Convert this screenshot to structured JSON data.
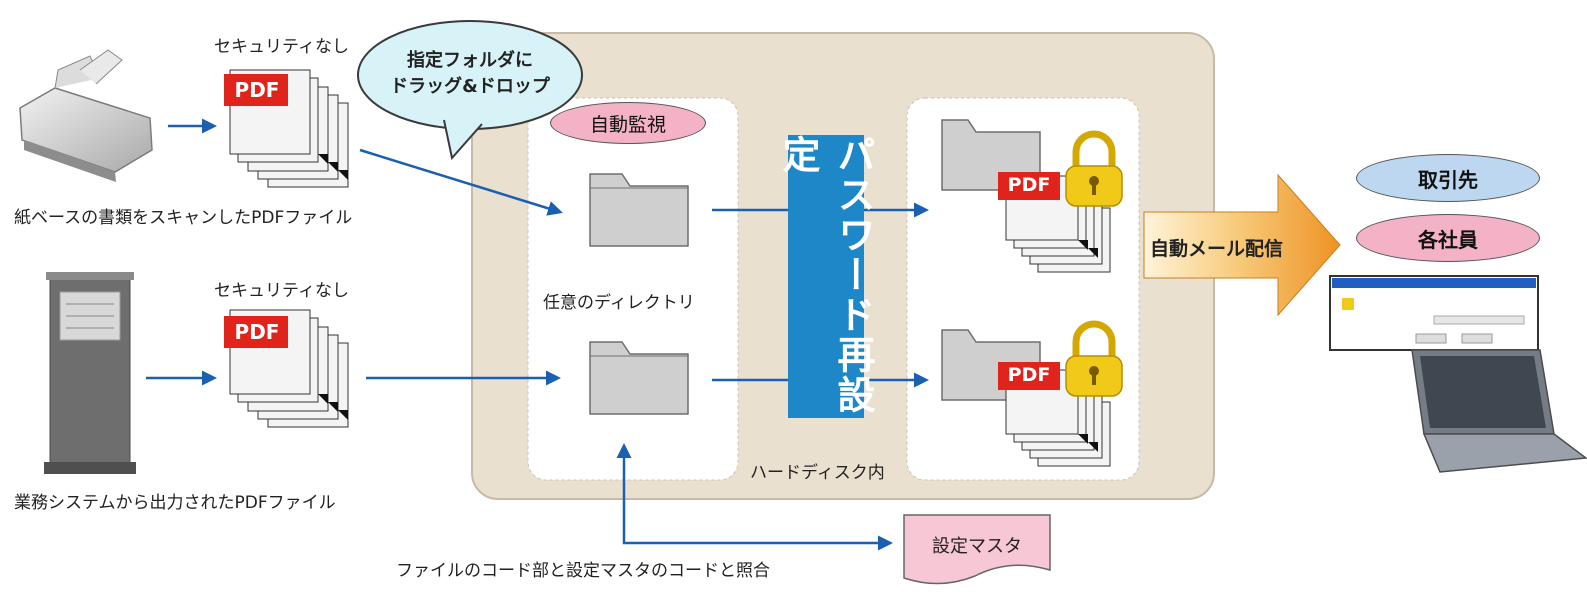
{
  "labels": {
    "security_none_top": "セキュリティなし",
    "security_none_bottom": "セキュリティなし",
    "scan_caption": "紙ベースの書類をスキャンしたPDFファイル",
    "system_caption": "業務システムから出力されたPDFファイル",
    "drag_drop_line1": "指定フォルダに",
    "drag_drop_line2": "ドラッグ&ドロップ",
    "auto_monitor": "自動監視",
    "any_directory": "任意のディレクトリ",
    "password_reset": "パスワード再設定",
    "hard_disk": "ハードディスク内",
    "auto_mail": "自動メール配信",
    "client": "取引先",
    "employees": "各社員",
    "setting_master": "設定マスタ",
    "code_match": "ファイルのコード部と設定マスタのコードと照合",
    "pdf": "PDF"
  },
  "colors": {
    "pdf_red": "#e0231b",
    "arrow_blue": "#1a5fb0",
    "password_blue": "#1d87c8",
    "panel_beige": "#e9e0d0",
    "bubble_cyan": "#d8f3f8",
    "pink": "#f3b2c6",
    "light_blue": "#bcd7ef",
    "orange_arrow": "#f2a23a",
    "lock_yellow": "#f1c918"
  }
}
